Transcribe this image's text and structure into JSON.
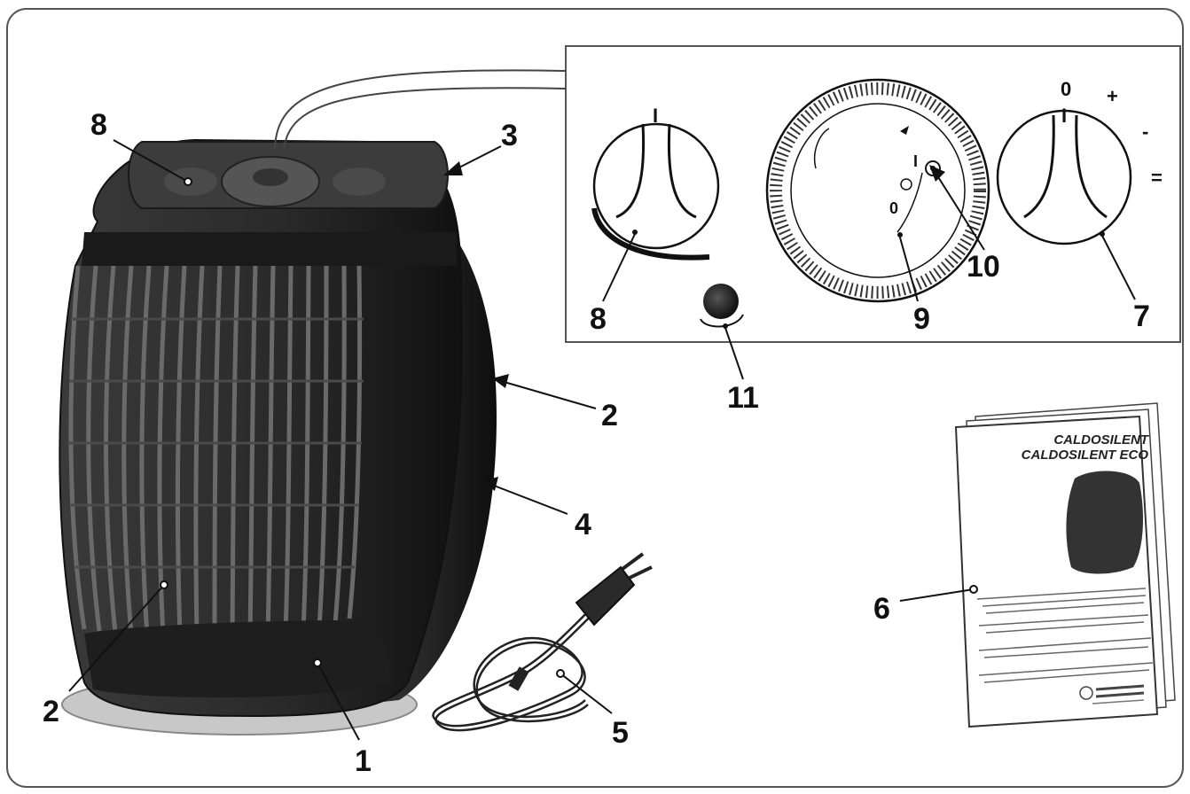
{
  "callouts": {
    "c1": "1",
    "c2a": "2",
    "c2b": "2",
    "c3": "3",
    "c4": "4",
    "c5": "5",
    "c6": "6",
    "c7": "7",
    "c8a": "8",
    "c8b": "8",
    "c9": "9",
    "c10": "10",
    "c11": "11"
  },
  "dial_marks": {
    "fan_knob_mark": "I",
    "thermostat_mark": "I",
    "thermostat_zero": "0",
    "thermostat_plus": "+",
    "thermostat_minus": "-",
    "thermostat_equal": "=",
    "timer_mark_on": "I",
    "timer_mark_off": "0"
  },
  "manual": {
    "title_line1": "CALDOSILENT",
    "title_line2": "CALDOSILENT ECO"
  },
  "colors": {
    "heater_body": "#2e2e2e",
    "heater_dark": "#1c1c1c",
    "heater_base": "#bdbdbd",
    "line": "#111111"
  }
}
